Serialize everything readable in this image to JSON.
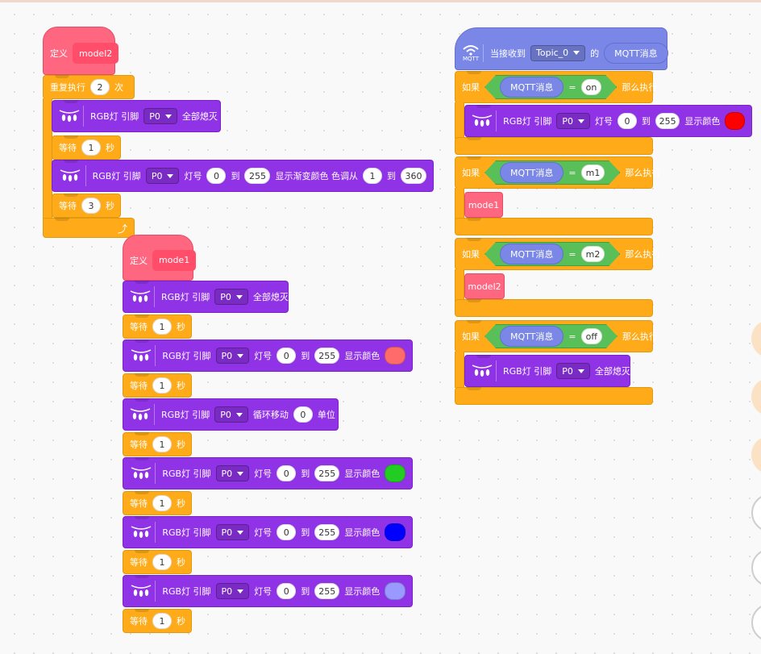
{
  "colors": {
    "purple": "#9033e6",
    "orange": "#ffab19",
    "pink": "#ff6680",
    "green": "#59c059",
    "blue": "#7a87e6",
    "red": "#ff0000",
    "salmon": "#ff6b6b",
    "green_led": "#22cc22",
    "blue_led": "#0000ff",
    "lavender": "#9999ff"
  },
  "icons": {
    "rgb_led": "rgb-led-strip-icon",
    "wifi": "wifi-icon",
    "loop_arrow": "loop-arrow-icon"
  },
  "model2": {
    "define_label": "定义",
    "name": "model2",
    "repeat": {
      "label": "重复执行",
      "count": "2",
      "unit": "次"
    },
    "all_off": {
      "label": "RGB灯 引脚",
      "pin": "P0",
      "action": "全部熄灭"
    },
    "wait1": {
      "label": "等待",
      "value": "1",
      "unit": "秒"
    },
    "gradient": {
      "label": "RGB灯 引脚",
      "pin": "P0",
      "led_label": "灯号",
      "from": "0",
      "to_label": "到",
      "to": "255",
      "action": "显示渐变颜色 色调从",
      "hue_from": "1",
      "hue_to_label": "到",
      "hue_to": "360"
    },
    "wait2": {
      "label": "等待",
      "value": "3",
      "unit": "秒"
    }
  },
  "mode1": {
    "define_label": "定义",
    "name": "mode1",
    "all_off": {
      "label": "RGB灯 引脚",
      "pin": "P0",
      "action": "全部熄灭"
    },
    "wait": {
      "label": "等待",
      "value": "1",
      "unit": "秒"
    },
    "show1": {
      "label": "RGB灯 引脚",
      "pin": "P0",
      "led_label": "灯号",
      "from": "0",
      "to_label": "到",
      "to": "255",
      "action": "显示颜色"
    },
    "shift": {
      "label": "RGB灯 引脚",
      "pin": "P0",
      "action": "循环移动",
      "value": "0",
      "unit": "单位"
    },
    "show2": {
      "label": "RGB灯 引脚",
      "pin": "P0",
      "led_label": "灯号",
      "from": "0",
      "to_label": "到",
      "to": "255",
      "action": "显示颜色"
    },
    "show3": {
      "label": "RGB灯 引脚",
      "pin": "P0",
      "led_label": "灯号",
      "from": "0",
      "to_label": "到",
      "to": "255",
      "action": "显示颜色"
    },
    "show4": {
      "label": "RGB灯 引脚",
      "pin": "P0",
      "led_label": "灯号",
      "from": "0",
      "to_label": "到",
      "to": "255",
      "action": "显示颜色"
    }
  },
  "mqtt": {
    "icon_text": "MQTT",
    "when_label": "当接收到",
    "topic": "Topic_0",
    "of_label": "的",
    "message": "MQTT消息",
    "if_label": "如果",
    "then_label": "那么执行",
    "eq": "=",
    "cond1": "on",
    "cond2": "m1",
    "cond3": "m2",
    "cond4": "off",
    "on_action": {
      "label": "RGB灯 引脚",
      "pin": "P0",
      "led_label": "灯号",
      "from": "0",
      "to_label": "到",
      "to": "255",
      "action": "显示颜色"
    },
    "call1": "mode1",
    "call2": "model2",
    "off_action": {
      "label": "RGB灯 引脚",
      "pin": "P0",
      "action": "全部熄灭"
    }
  }
}
